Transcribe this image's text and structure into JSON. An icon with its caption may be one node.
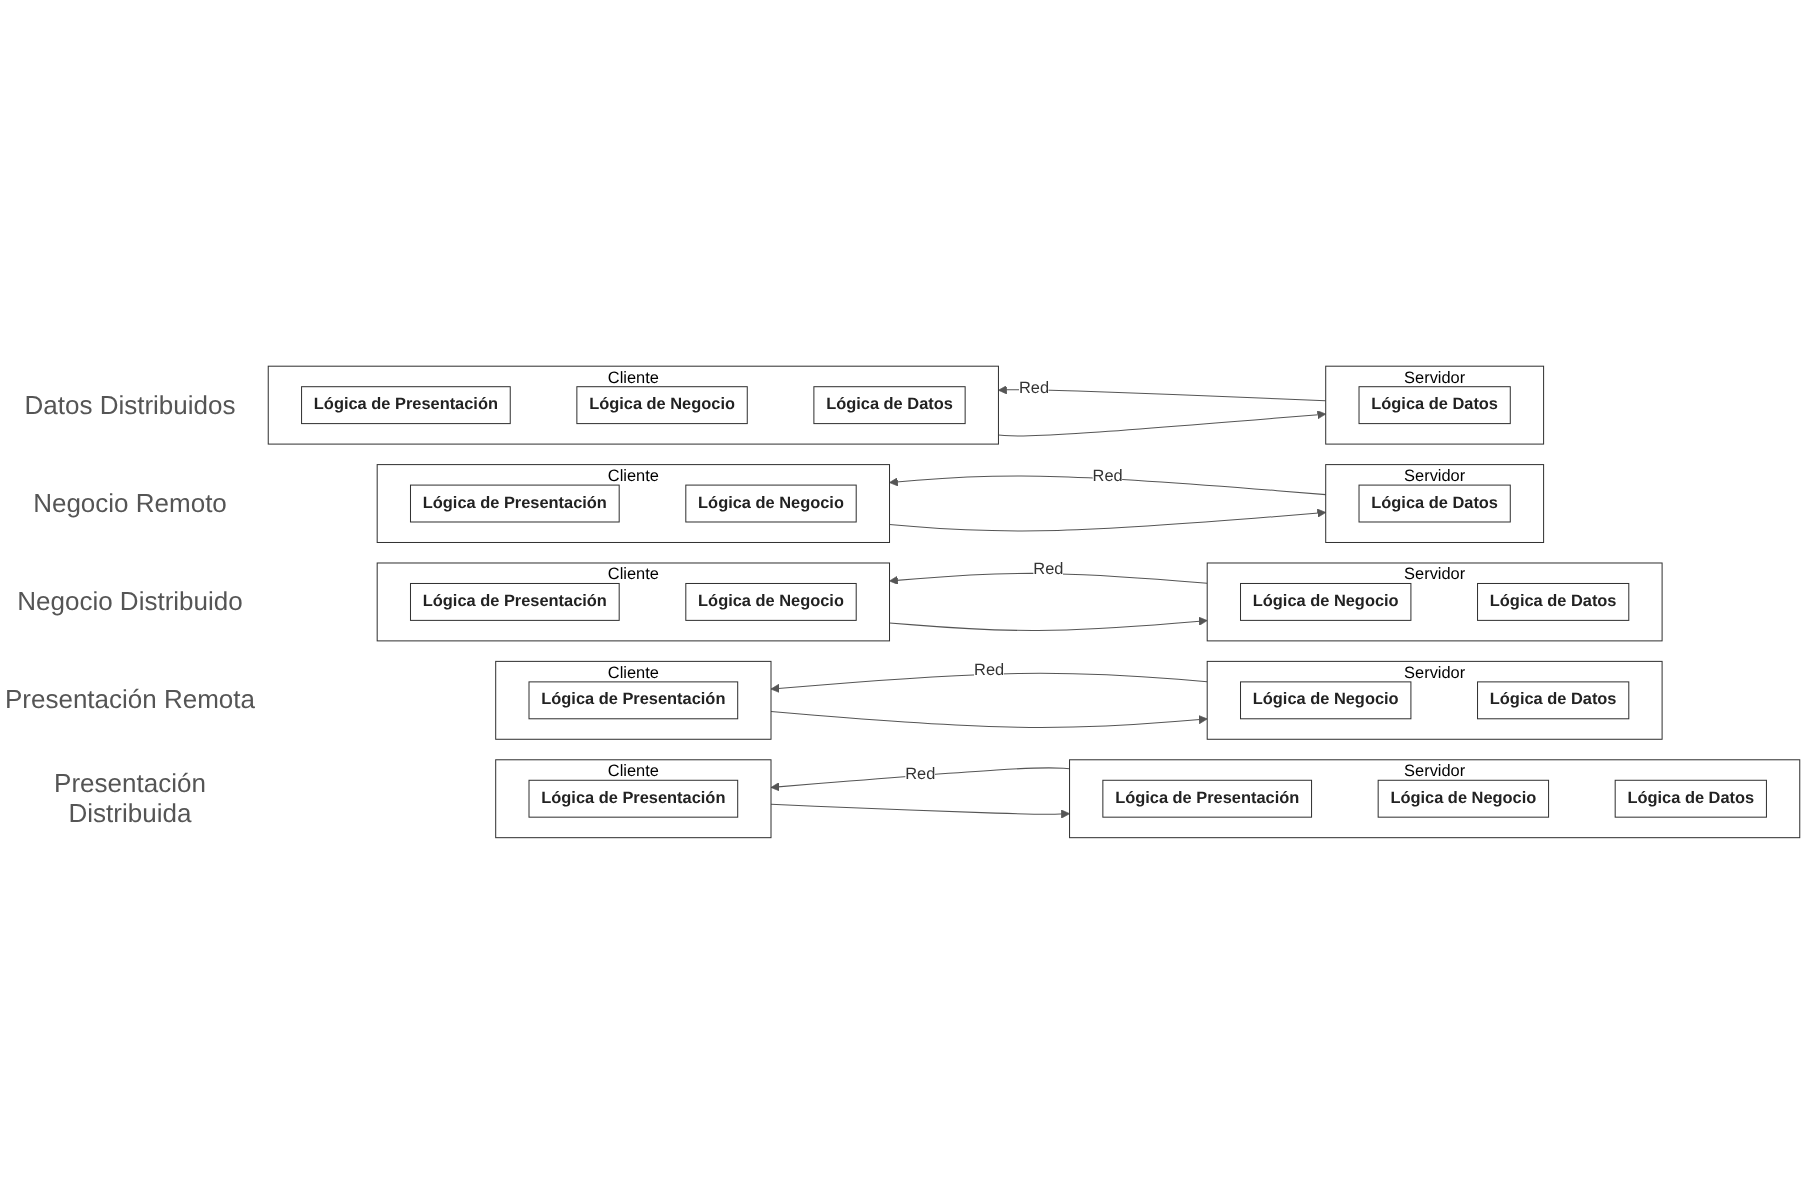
{
  "diagram": {
    "nodes": [
      {
        "text": [
          "Cliente"
        ]
      },
      {
        "text": [
          "Lógica de Presentación"
        ],
        "in": 0
      },
      {
        "text": [
          "Servidor"
        ]
      },
      {
        "text": [
          "Lógica de Presentación"
        ],
        "in": 2
      },
      {
        "text": [
          "Lógica de Negocio"
        ],
        "in": 2
      },
      {
        "text": [
          "Lógica de Datos"
        ],
        "in": 2
      },
      {
        "text": [
          "Cliente"
        ]
      },
      {
        "text": [
          "Lógica de Presentación"
        ],
        "in": 6
      },
      {
        "text": [
          "Servidor"
        ]
      },
      {
        "text": [
          "Lógica de Negocio"
        ],
        "in": 8
      },
      {
        "text": [
          "Lógica de Datos"
        ],
        "in": 8
      },
      {
        "text": [
          "Cliente"
        ]
      },
      {
        "text": [
          "Lógica de Presentación"
        ],
        "in": 11
      },
      {
        "text": [
          "Lógica de Negocio"
        ],
        "in": 11
      },
      {
        "text": [
          "Servidor"
        ]
      },
      {
        "text": [
          "Lógica de Negocio"
        ],
        "in": 14
      },
      {
        "text": [
          "Lógica de Datos"
        ],
        "in": 14
      },
      {
        "text": [
          "Cliente"
        ]
      },
      {
        "text": [
          "Lógica de Presentación"
        ],
        "in": 17
      },
      {
        "text": [
          "Lógica de Negocio"
        ],
        "in": 17
      },
      {
        "text": [
          "Servidor"
        ]
      },
      {
        "text": [
          "Lógica de Datos"
        ],
        "in": 20
      },
      {
        "text": [
          "Cliente"
        ]
      },
      {
        "text": [
          "Lógica de Presentación"
        ],
        "in": 22
      },
      {
        "text": [
          "Lógica de Negocio"
        ],
        "in": 22
      },
      {
        "text": [
          "Lógica de Datos"
        ],
        "in": 22
      },
      {
        "text": [
          "Servidor"
        ]
      },
      {
        "text": [
          "Lógica de Datos"
        ],
        "in": 26
      }
    ],
    "edges": [
      {
        "from": 0,
        "to": 2,
        "arrow": "to"
      },
      {
        "from": 2,
        "to": 0,
        "arrow": "to",
        "label": "Red"
      },
      {
        "from": 6,
        "to": 8,
        "arrow": "to"
      },
      {
        "from": 8,
        "to": 6,
        "arrow": "to",
        "label": "Red"
      },
      {
        "from": 11,
        "to": 14,
        "arrow": "to"
      },
      {
        "from": 14,
        "to": 11,
        "arrow": "to",
        "label": "Red"
      },
      {
        "from": 17,
        "to": 20,
        "arrow": "to"
      },
      {
        "from": 20,
        "to": 17,
        "arrow": "to",
        "label": "Red"
      },
      {
        "from": 22,
        "to": 26,
        "arrow": "to"
      },
      {
        "from": 26,
        "to": 22,
        "arrow": "to",
        "label": "Red"
      }
    ],
    "labels": [
      "Presentación Distribuida",
      "Presentación Remota",
      "Negocio Distribuido",
      "Negocio Remoto",
      "Datos Distribuidos"
    ]
  }
}
